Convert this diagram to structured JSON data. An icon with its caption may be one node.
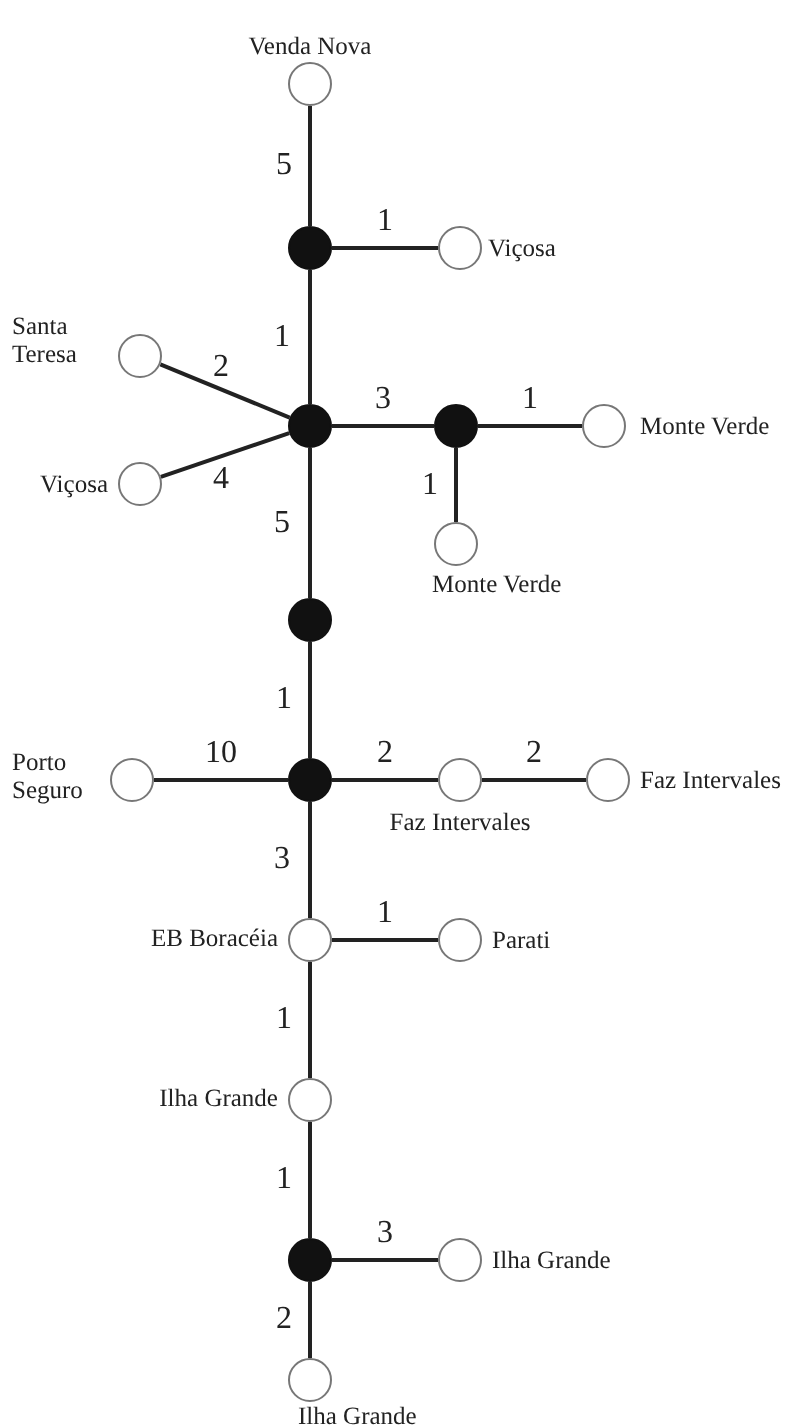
{
  "diagram": {
    "nodes": [
      {
        "text": [],
        "shape": "circle",
        "beside": [
          "Venda Nova"
        ]
      },
      {
        "text": [],
        "shape": "dot"
      },
      {
        "text": [],
        "shape": "circle",
        "beside": [
          "Viçosa"
        ]
      },
      {
        "text": [],
        "shape": "circle",
        "beside": [
          "Santa Teresa"
        ]
      },
      {
        "text": [],
        "shape": "dot"
      },
      {
        "text": [],
        "shape": "circle",
        "beside": [
          "Viçosa"
        ]
      },
      {
        "text": [],
        "shape": "dot"
      },
      {
        "text": [],
        "shape": "circle",
        "beside": [
          "Monte Verde"
        ]
      },
      {
        "text": [],
        "shape": "circle",
        "beside": [
          "Monte Verde"
        ]
      },
      {
        "text": [],
        "shape": "dot"
      },
      {
        "text": [],
        "shape": "dot"
      },
      {
        "text": [],
        "shape": "circle",
        "beside": [
          "Porto Seguro"
        ]
      },
      {
        "text": [],
        "shape": "circle",
        "beside": [
          "Faz Intervales"
        ]
      },
      {
        "text": [],
        "shape": "circle",
        "beside": [
          "Faz Intervales"
        ]
      },
      {
        "text": [],
        "shape": "circle",
        "beside": [
          "EB Boracéia"
        ]
      },
      {
        "text": [],
        "shape": "circle",
        "beside": [
          "Parati"
        ]
      },
      {
        "text": [],
        "shape": "circle",
        "beside": [
          "Ilha Grande"
        ]
      },
      {
        "text": [],
        "shape": "dot"
      },
      {
        "text": [],
        "shape": "circle",
        "beside": [
          "Ilha Grande"
        ]
      },
      {
        "text": [],
        "shape": "circle",
        "beside": [
          "Ilha Grande"
        ]
      }
    ],
    "edges": [
      {
        "from": 0,
        "to": 1,
        "arrow": "none",
        "label": "5"
      },
      {
        "from": 1,
        "to": 2,
        "arrow": "none",
        "label": "1"
      },
      {
        "from": 1,
        "to": 4,
        "arrow": "none",
        "label": "1"
      },
      {
        "from": 3,
        "to": 4,
        "arrow": "none",
        "label": "2"
      },
      {
        "from": 5,
        "to": 4,
        "arrow": "none",
        "label": "4"
      },
      {
        "from": 4,
        "to": 6,
        "arrow": "none",
        "label": "3"
      },
      {
        "from": 6,
        "to": 7,
        "arrow": "none",
        "label": "1"
      },
      {
        "from": 6,
        "to": 8,
        "arrow": "none",
        "label": "1"
      },
      {
        "from": 4,
        "to": 9,
        "arrow": "none",
        "label": "5"
      },
      {
        "from": 9,
        "to": 10,
        "arrow": "none",
        "label": "1"
      },
      {
        "from": 11,
        "to": 10,
        "arrow": "none",
        "label": "10"
      },
      {
        "from": 10,
        "to": 12,
        "arrow": "none",
        "label": "2"
      },
      {
        "from": 12,
        "to": 13,
        "arrow": "none",
        "label": "2"
      },
      {
        "from": 10,
        "to": 14,
        "arrow": "none",
        "label": "3"
      },
      {
        "from": 14,
        "to": 15,
        "arrow": "none",
        "label": "1"
      },
      {
        "from": 14,
        "to": 16,
        "arrow": "none",
        "label": "1"
      },
      {
        "from": 16,
        "to": 17,
        "arrow": "none",
        "label": "1"
      },
      {
        "from": 17,
        "to": 18,
        "arrow": "none",
        "label": "3"
      },
      {
        "from": 17,
        "to": 19,
        "arrow": "none",
        "label": "2"
      }
    ]
  }
}
